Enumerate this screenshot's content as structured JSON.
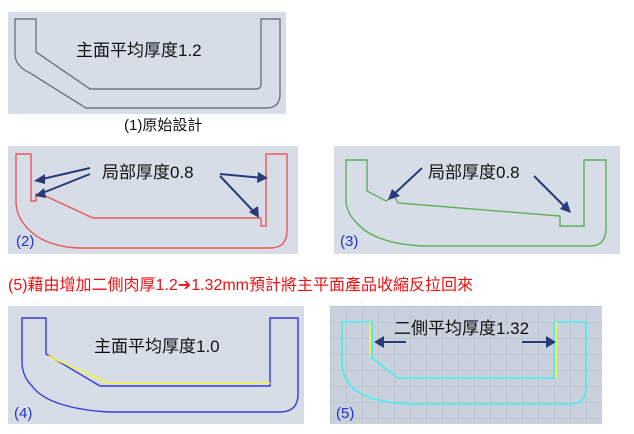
{
  "colors": {
    "panel_bg": "#d6dde7",
    "panel_grid_bg": "#c9d1dc",
    "outline_gray": "#707780",
    "outline_red": "#e85a5a",
    "outline_green": "#5fae5a",
    "outline_blue": "#3a3ad8",
    "outline_cyan": "#44f0f0",
    "highlight_yellow": "#f4f43a",
    "arrow": "#2a3a78",
    "note_red": "#ee1111",
    "index_blue": "#2233cc"
  },
  "panel1": {
    "label": "主面平均厚度1.2",
    "caption": "(1)原始設計"
  },
  "panel2": {
    "label": "局部厚度0.8",
    "index": "(2)"
  },
  "panel3": {
    "label": "局部厚度0.8",
    "index": "(3)"
  },
  "note": "(5)藉由增加二側肉厚1.2➔1.32mm預計將主平面產品收縮反拉回來",
  "panel4": {
    "label": "主面平均厚度1.0",
    "index": "(4)"
  },
  "panel5": {
    "label": "二側平均厚度1.32",
    "index": "(5)"
  }
}
